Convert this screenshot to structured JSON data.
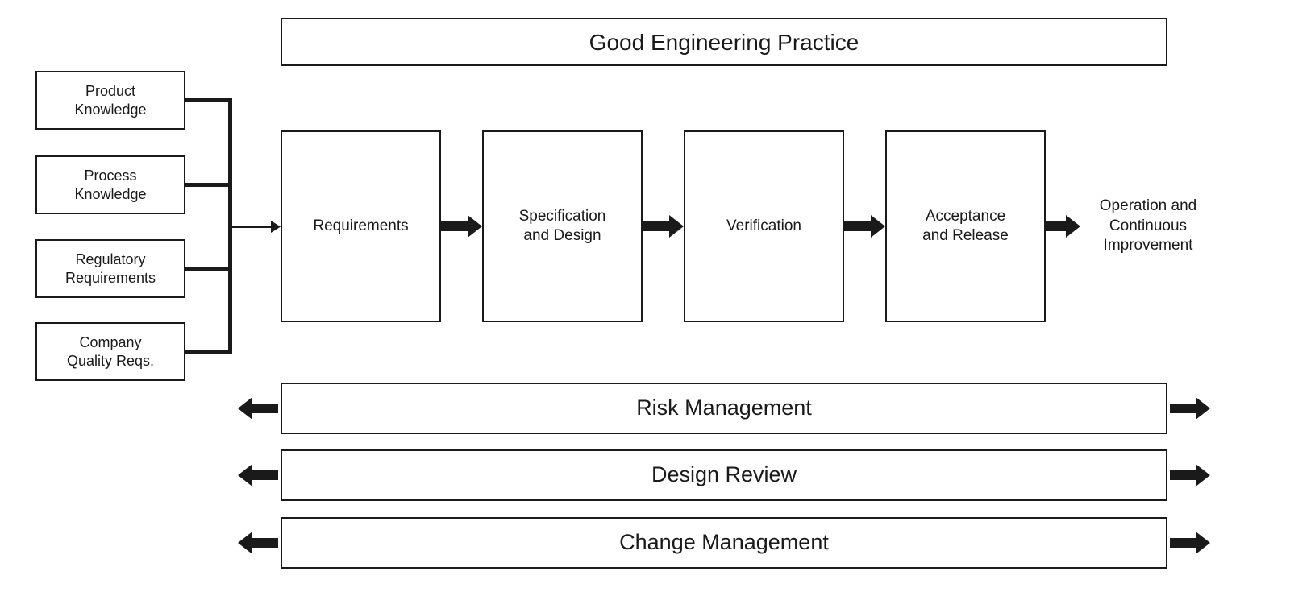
{
  "diagram": {
    "banner": "Good Engineering Practice",
    "inputs": [
      {
        "label": "Product\nKnowledge"
      },
      {
        "label": "Process\nKnowledge"
      },
      {
        "label": "Regulatory\nRequirements"
      },
      {
        "label": "Company\nQuality Reqs."
      }
    ],
    "stages": [
      {
        "label": "Requirements"
      },
      {
        "label": "Specification\nand Design"
      },
      {
        "label": "Verification"
      },
      {
        "label": "Acceptance\nand Release"
      }
    ],
    "end_label": "Operation and\nContinuous\nImprovement",
    "support_bars": [
      {
        "label": "Risk Management"
      },
      {
        "label": "Design Review"
      },
      {
        "label": "Change Management"
      }
    ],
    "colors": {
      "line": "#1a1a1a",
      "background": "#ffffff"
    }
  }
}
